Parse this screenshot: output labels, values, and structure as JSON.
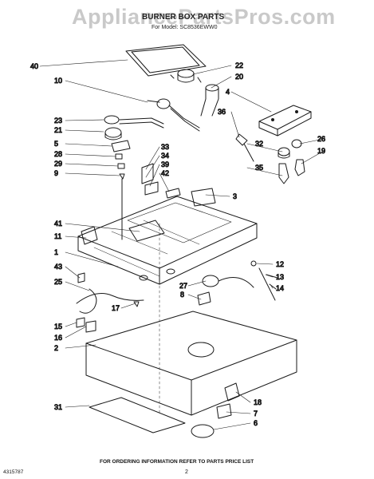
{
  "header": {
    "watermark": "AppliancePartsPros.com",
    "title": "BURNER BOX PARTS",
    "model_label": "For Model: SC8536EWW0"
  },
  "callouts": [
    "40",
    "22",
    "20",
    "10",
    "4",
    "23",
    "36",
    "21",
    "26",
    "32",
    "19",
    "5",
    "33",
    "34",
    "28",
    "29",
    "39",
    "9",
    "42",
    "35",
    "3",
    "41",
    "11",
    "1",
    "12",
    "43",
    "13",
    "14",
    "25",
    "27",
    "8",
    "17",
    "15",
    "16",
    "2",
    "18",
    "31",
    "7",
    "6"
  ],
  "footer": {
    "note": "FOR ORDERING INFORMATION REFER TO PARTS PRICE LIST",
    "doc_number": "4315787",
    "page_number": "2"
  }
}
